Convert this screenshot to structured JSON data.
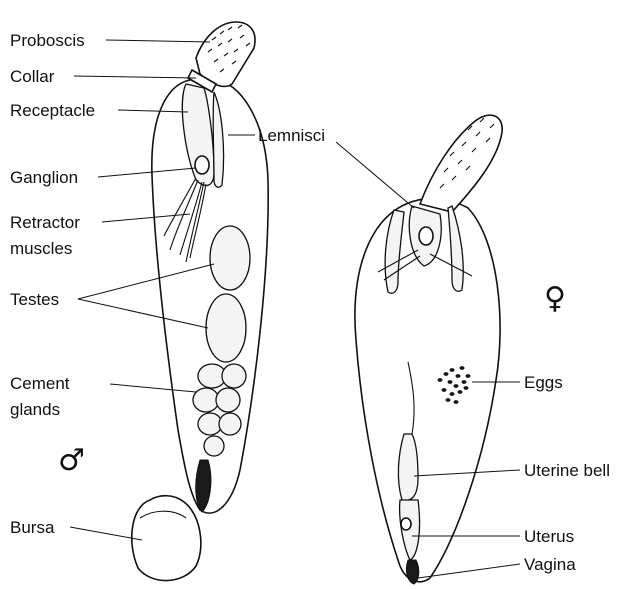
{
  "labels": {
    "proboscis": "Proboscis",
    "collar": "Collar",
    "receptacle": "Receptacle",
    "ganglion": "Ganglion",
    "retractor_1": "Retractor",
    "retractor_2": "muscles",
    "testes": "Testes",
    "cement_1": "Cement",
    "cement_2": "glands",
    "bursa": "Bursa",
    "lemnisci": "Lemnisci",
    "eggs": "Eggs",
    "uterine_bell": "Uterine bell",
    "uterus": "Uterus",
    "vagina": "Vagina"
  },
  "symbols": {
    "male": "♂",
    "female": "♀"
  }
}
